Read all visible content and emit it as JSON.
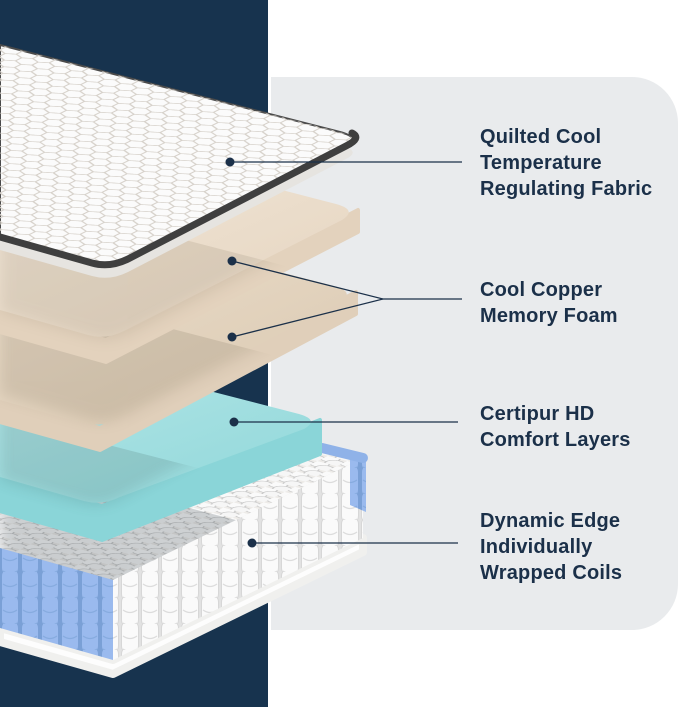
{
  "labels": [
    {
      "lines": [
        "Quilted Cool",
        "Temperature",
        "Regulating Fabric"
      ]
    },
    {
      "lines": [
        "Cool Copper",
        "Memory Foam"
      ]
    },
    {
      "lines": [
        "Certipur HD",
        "Comfort Layers"
      ]
    },
    {
      "lines": [
        "Dynamic Edge",
        "Individually",
        "Wrapped Coils"
      ]
    }
  ],
  "illustration": {
    "layers": [
      "quilted-fabric-top-layer",
      "memory-foam-layer-upper",
      "memory-foam-layer-lower",
      "comfort-foam-layer",
      "wrapped-coil-unit"
    ]
  },
  "colors": {
    "navy_block": "#17334E",
    "panel_gray": "#E9EBED",
    "label_text": "#1B3049",
    "leader_line": "#1B3049",
    "fabric_white": "#FBFBFB",
    "piping_dark": "#3F3F3F",
    "memory_foam_cream": "#F0E4D4",
    "memory_foam_side": "#E0CFBA",
    "comfort_foam_teal": "#A5E4E6",
    "comfort_foam_side": "#8AD5D8",
    "coil_white": "#F8F8F8",
    "coil_edge_blue": "#96B7EC"
  }
}
